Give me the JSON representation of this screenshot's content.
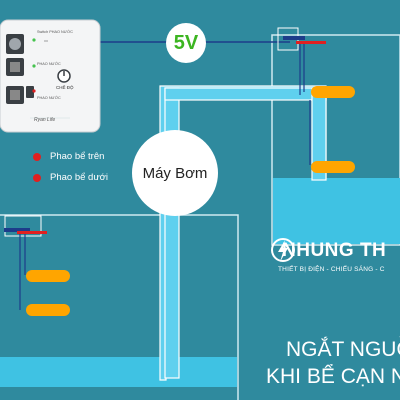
{
  "control_panel": {
    "brand_mark": "Ryan Life",
    "row1_text": "Switch PHAO NƯỚC",
    "row2_text": "PHAO NƯỚC",
    "row3_text": "PHAO NƯỚC",
    "mode_label": "CHẾ ĐỘ"
  },
  "legend": {
    "upper": "Phao bể trên",
    "lower": "Phao bể dưới",
    "dot_color": "#e02020"
  },
  "voltage_label": "5V",
  "pump_label": "Máy Bơm",
  "brand": {
    "name": "NHUNG TH",
    "tagline": "THIẾT BỊ ĐIỆN - CHIẾU SÁNG - C"
  },
  "slogan": {
    "line1": "NGẮT NGUỒ",
    "line2": "KHI BỂ CẠN N"
  },
  "colors": {
    "background": "#2f8a9e",
    "water": "#3fc2e3",
    "float": "#ffa500",
    "wire": "#1d3c8a",
    "accent_green": "#3cb521"
  }
}
